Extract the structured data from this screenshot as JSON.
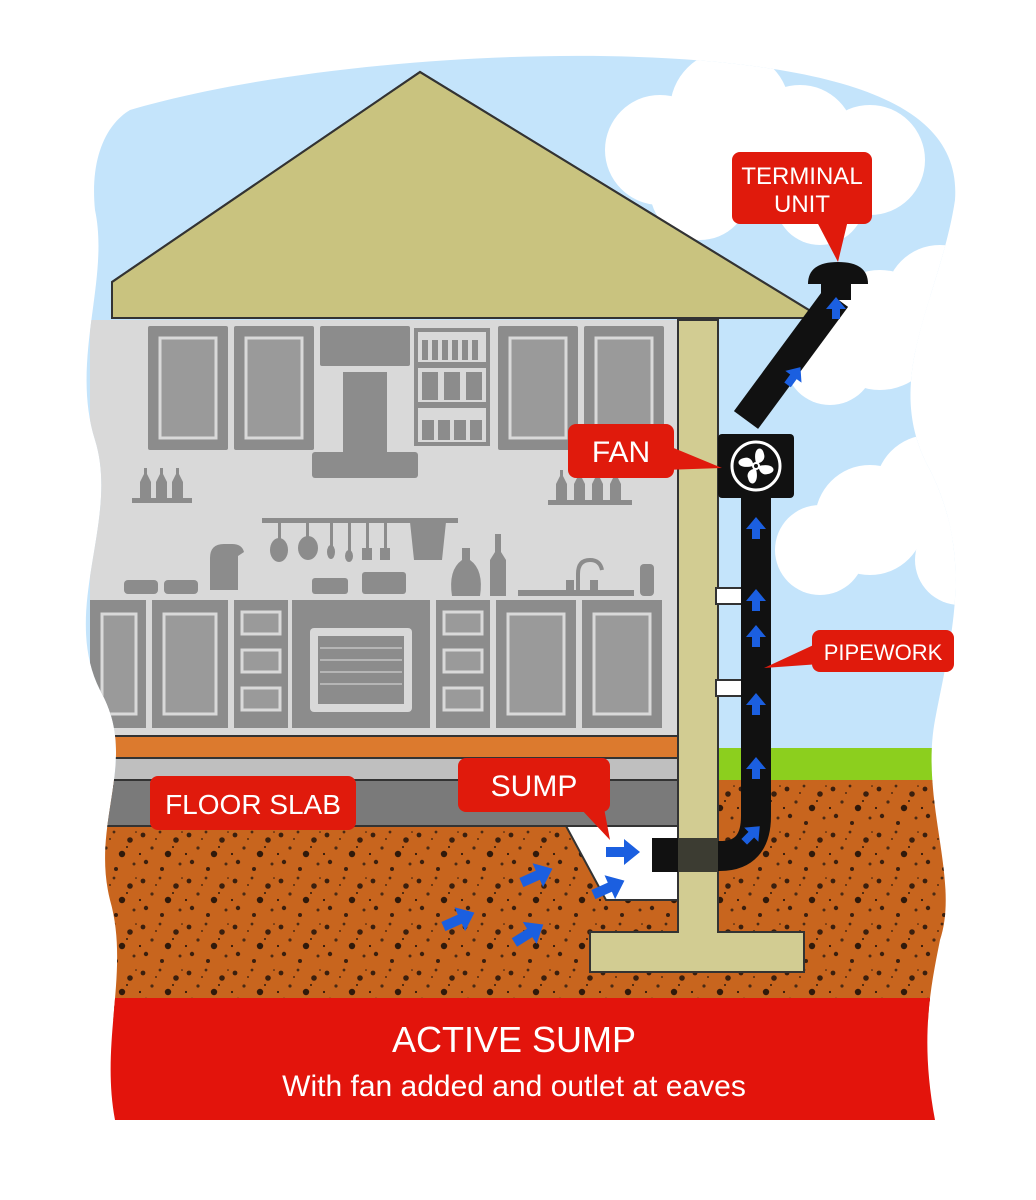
{
  "labels": {
    "terminal_line1": "TERMINAL",
    "terminal_line2": "UNIT",
    "fan": "FAN",
    "pipework": "PIPEWORK",
    "sump": "SUMP",
    "floor_slab": "FLOOR SLAB"
  },
  "banner": {
    "title": "ACTIVE SUMP",
    "subtitle": "With fan added and outlet at eaves"
  },
  "colors": {
    "sky": "#c4e4fb",
    "cloud": "#ffffff",
    "grass": "#8ccf1e",
    "soil": "#c8651e",
    "roof": "#c9c37f",
    "wall": "#d2cc92",
    "kitchen_bg": "#d9d9d9",
    "kitchen_grey": "#8c8c8c",
    "floor_orange": "#dc7a2e",
    "slab_light": "#bfbfbf",
    "slab_dark": "#7a7a7a",
    "pipe": "#111111",
    "arrow": "#1b5fe0",
    "callout_red": "#e01a0c",
    "banner_red": "#e3140c"
  },
  "icons": [
    "fan-icon",
    "arrow-up-icon",
    "arrow-right-icon"
  ]
}
